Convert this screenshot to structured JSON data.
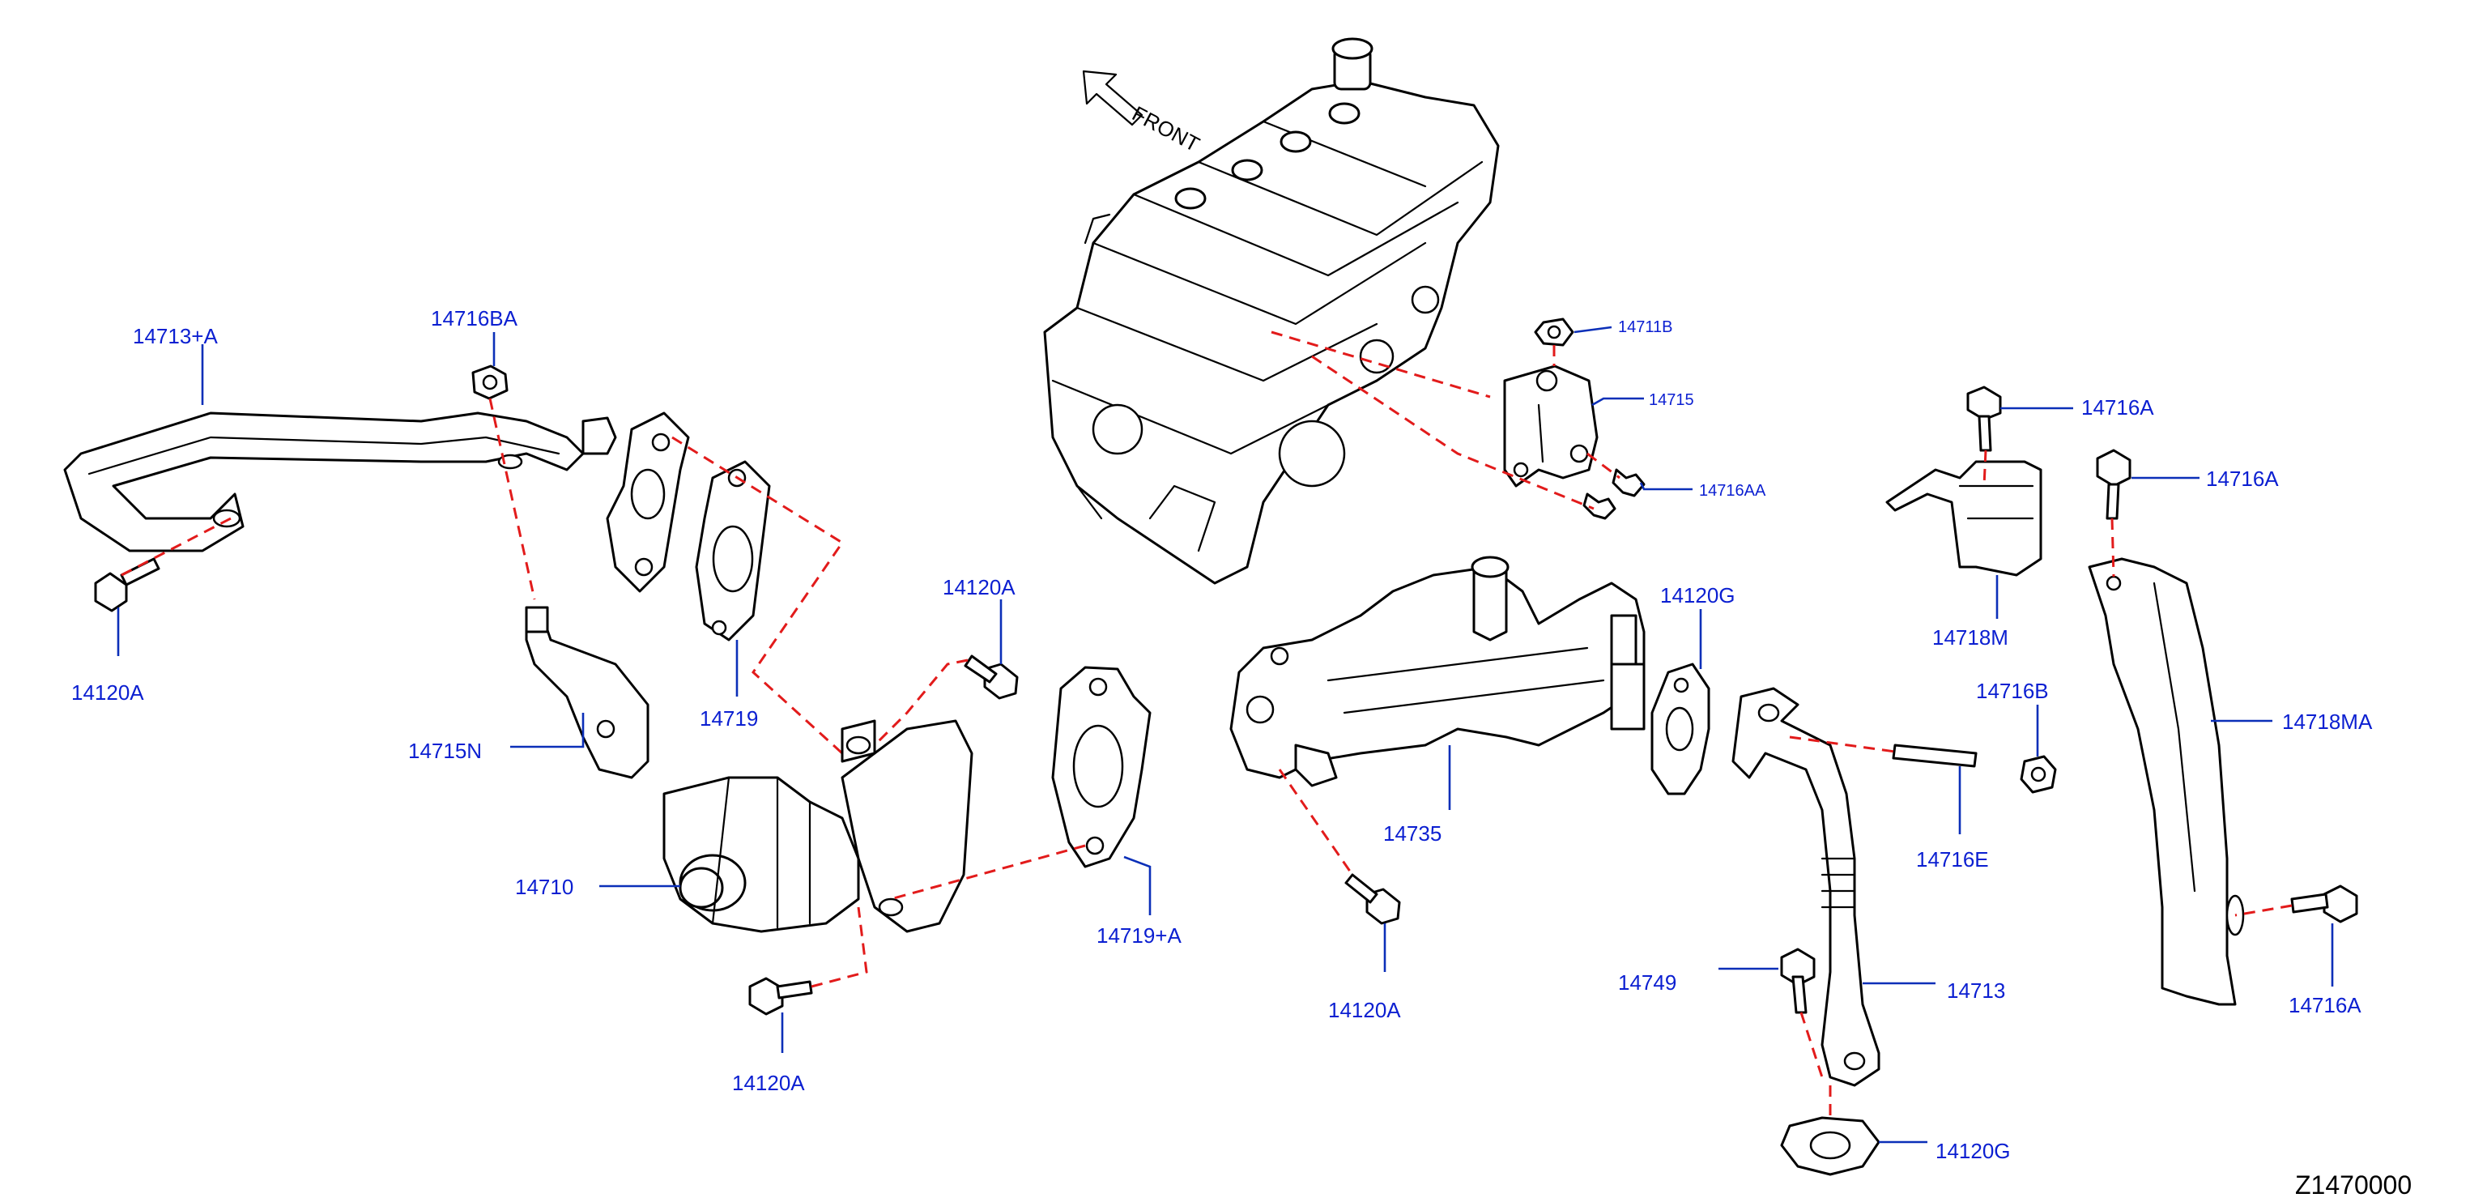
{
  "front_label": "FRONT",
  "diagram_code": "Z1470000",
  "colors": {
    "callout_text": "#0b1fd1",
    "leader_line": "#0b2fb8",
    "dashed_guide": "#e21b1b",
    "line_art": "#000000"
  },
  "callouts": {
    "c_14713A": "14713+A",
    "c_14716BA": "14716BA",
    "c_14120A_left": "14120A",
    "c_14715N": "14715N",
    "c_14719": "14719",
    "c_14120A_top": "14120A",
    "c_14710": "14710",
    "c_14120A_bottom": "14120A",
    "c_14719A": "14719+A",
    "c_14711B": "14711B",
    "c_14715": "14715",
    "c_14716AA": "14716AA",
    "c_14735": "14735",
    "c_14120A_mid": "14120A",
    "c_14120G_top": "14120G",
    "c_14716A_top": "14716A",
    "c_14718M": "14718M",
    "c_14716A_right": "14716A",
    "c_14716B": "14716B",
    "c_14718MA": "14718MA",
    "c_14716E": "14716E",
    "c_14749": "14749",
    "c_14713": "14713",
    "c_14716A_bottom": "14716A",
    "c_14120G_bottom": "14120G"
  }
}
